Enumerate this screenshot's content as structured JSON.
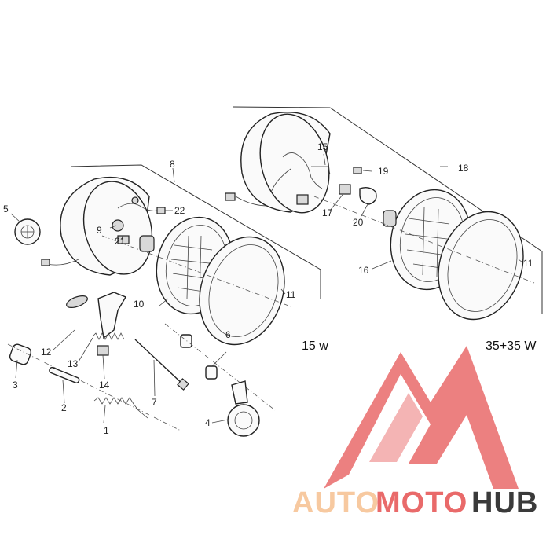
{
  "callouts": {
    "c1": "1",
    "c2": "2",
    "c3": "3",
    "c4": "4",
    "c5": "5",
    "c6": "6",
    "c7": "7",
    "c8": "8",
    "c9": "9",
    "c10": "10",
    "c11a": "11",
    "c11b": "11",
    "c12": "12",
    "c13": "13",
    "c14": "14",
    "c15": "15",
    "c16": "16",
    "c17": "17",
    "c18": "18",
    "c19": "19",
    "c20": "20",
    "c21": "21",
    "c22": "22"
  },
  "ratings": {
    "left": "15 w",
    "right": "35+35 W"
  },
  "watermark": {
    "part1": "AUTO",
    "part2": "MOTO",
    "part3": "HUB",
    "color_light": "#f7c9a0",
    "color_red": "#e96a6a",
    "color_dark": "#3a3a3a"
  }
}
